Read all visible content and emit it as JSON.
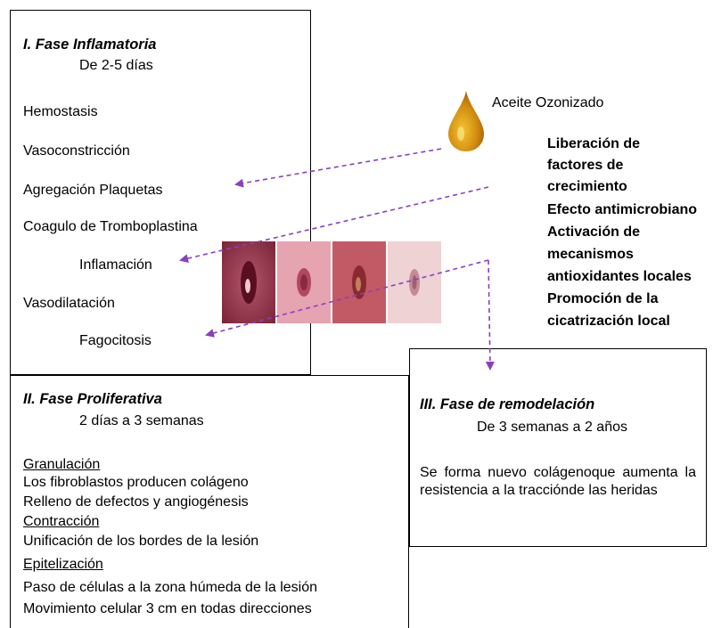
{
  "phase1": {
    "title": "I. Fase Inflamatoria",
    "duration": "De 2-5 días",
    "items": [
      "Hemostasis",
      "Vasoconstricción",
      "Agregación Plaquetas",
      "Coagulo de Tromboplastina",
      "Inflamación",
      "Vasodilatación",
      "Fagocitosis"
    ]
  },
  "oil": {
    "label": "Aceite Ozonizado",
    "effects": [
      "Liberación de",
      "factores de",
      "crecimiento",
      "Efecto antimicrobiano",
      "Activación de",
      "mecanismos",
      "antioxidantes locales",
      "Promoción de la",
      "cicatrización local"
    ]
  },
  "phase2": {
    "title": "II. Fase Proliferativa",
    "duration": "2 días a 3 semanas",
    "granulation_heading": "Granulación",
    "granulation_items": [
      "Los fibroblastos producen colágeno",
      "Relleno de defectos y angiogénesis"
    ],
    "contraction_heading": "Contracción",
    "contraction_items": [
      "Unificación de los bordes de la lesión"
    ],
    "epithelization_heading": "Epitelización",
    "epithelization_items": [
      "Paso de células a la zona húmeda de la lesión",
      "Movimiento celular 3 cm en todas direcciones"
    ]
  },
  "phase3": {
    "title": "III. Fase de remodelación",
    "duration": "De 3 semanas a 2 años",
    "description": "Se forma nuevo colágenoque aumenta la resistencia a la tracciónde las heridas"
  },
  "colors": {
    "arrow": "#8a3fc0",
    "oil_drop_light": "#f4c430",
    "oil_drop_dark": "#9a5a00"
  },
  "icons": [
    "oil-drop-icon"
  ]
}
